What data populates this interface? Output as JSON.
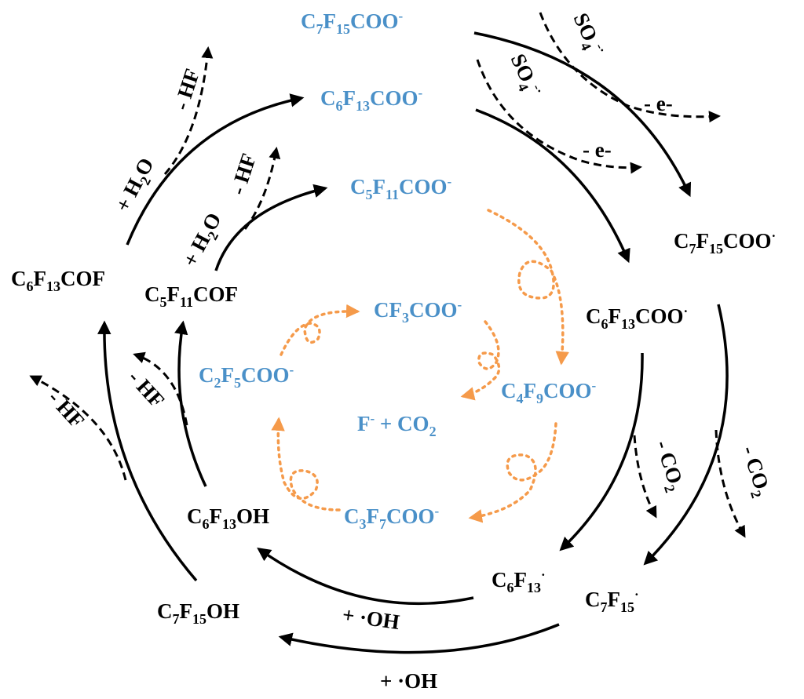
{
  "colors": {
    "reactant": "#4a90c8",
    "product": "#000000",
    "short_chain": "#f59a4a",
    "background": "#ffffff"
  },
  "species": {
    "c7f15coo_anion": "C7F15COO-",
    "c6f13coo_anion": "C6F13COO-",
    "c5f11coo_anion": "C5F11COO-",
    "c4f9coo_anion": "C4F9COO-",
    "c3f7coo_anion": "C3F7COO-",
    "c2f5coo_anion": "C2F5COO-",
    "cf3coo_anion": "CF3COO-",
    "final_products": "F- + CO2",
    "c7f15coo_radical": "C7F15COO·",
    "c6f13coo_radical": "C6F13COO·",
    "c7f15_radical": "C7F15·",
    "c6f13_radical": "C6F13·",
    "c7f15oh": "C7F15OH",
    "c6f13oh": "C6F13OH",
    "c6f13cof": "C6F13COF",
    "c5f11cof": "C5F11COF"
  },
  "steps": {
    "sulfate_radical_outer": "SO4-·",
    "sulfate_radical_inner": "SO4-·",
    "electron_outer": "- e-",
    "electron_inner": "- e-",
    "co2_loss_inner": "- CO2",
    "co2_loss_outer": "- CO2",
    "oh_addition_inner": "+ ·OH",
    "oh_addition_outer": "+ ·OH",
    "hf_loss_outer_left": "- HF",
    "hf_loss_inner_left": "- HF",
    "water_addition_outer": "+ H2O",
    "water_addition_inner": "+ H2O",
    "hf_loss_top_outer": "- HF",
    "hf_loss_top_inner": "- HF"
  }
}
